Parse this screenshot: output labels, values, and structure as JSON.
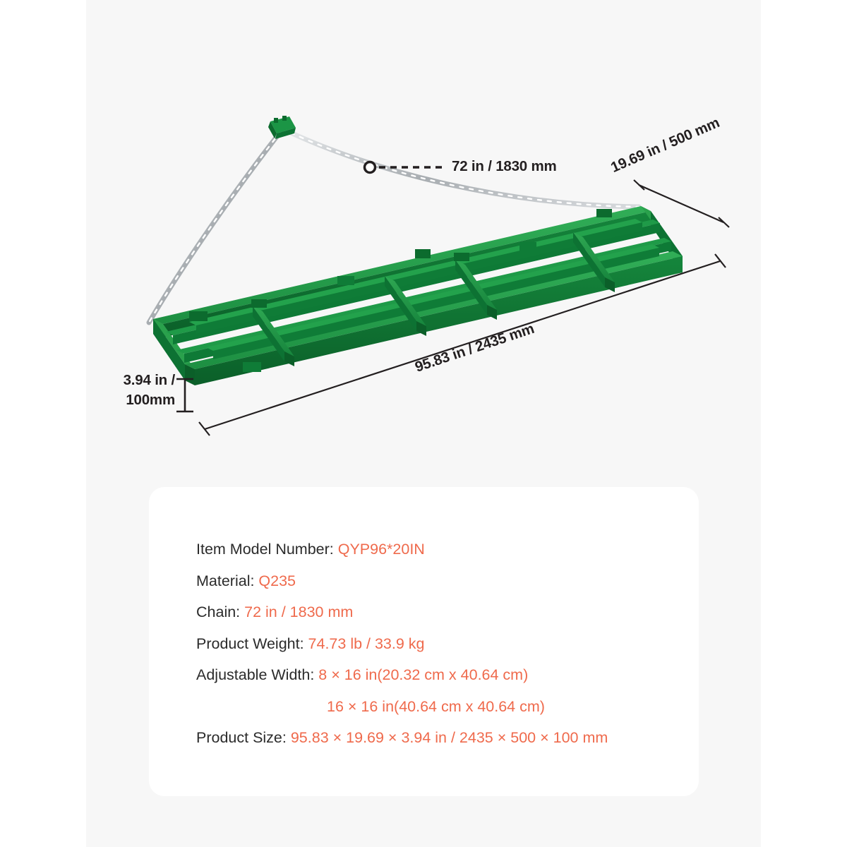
{
  "page": {
    "background_color": "#ffffff",
    "canvas_color": "#f7f7f7",
    "accent_color": "#ef6a4c",
    "text_color": "#2b2b2b"
  },
  "product": {
    "name": "drag-harrow",
    "frame_color_light": "#2aa14c",
    "frame_color_mid": "#169041",
    "frame_color_dark": "#0c6b2e",
    "chain_color": "#c9ccce"
  },
  "dimensions": {
    "chain": "72 in / 1830 mm",
    "width": "19.69 in / 500 mm",
    "length": "95.83 in / 2435 mm",
    "height_line1": "3.94 in /",
    "height_line2": "100mm"
  },
  "specs": [
    {
      "label": "Item Model Number:",
      "value": "QYP96*20IN",
      "indent": false
    },
    {
      "label": "Material:",
      "value": "Q235",
      "indent": false
    },
    {
      "label": "Chain:",
      "value": "72 in / 1830 mm",
      "indent": false
    },
    {
      "label": "Product Weight:",
      "value": "74.73 lb / 33.9 kg",
      "indent": false
    },
    {
      "label": "Adjustable Width:",
      "value": "8 × 16 in(20.32 cm x 40.64 cm)",
      "indent": false
    },
    {
      "label": "",
      "value": "16 × 16 in(40.64 cm x 40.64 cm)",
      "indent": true
    },
    {
      "label": "Product Size:",
      "value": "95.83 × 19.69 × 3.94 in / 2435 × 500 × 100 mm",
      "indent": false
    }
  ]
}
